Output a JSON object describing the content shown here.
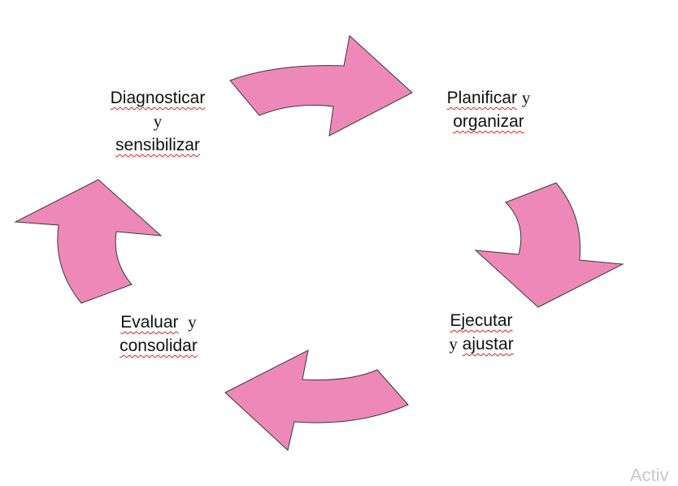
{
  "diagram": {
    "steps": [
      {
        "word1": "Diagnosticar",
        "conj": "y",
        "word2": "sensibilizar"
      },
      {
        "word1": "Planificar",
        "conj": "y",
        "word2": "organizar"
      },
      {
        "word1": "Ejecutar",
        "conj": "y",
        "word2": "ajustar"
      },
      {
        "word1": "Evaluar",
        "conj": "y",
        "word2": "consolidar"
      }
    ],
    "arrow_color": "#ee88b8"
  },
  "watermark": "Activ"
}
